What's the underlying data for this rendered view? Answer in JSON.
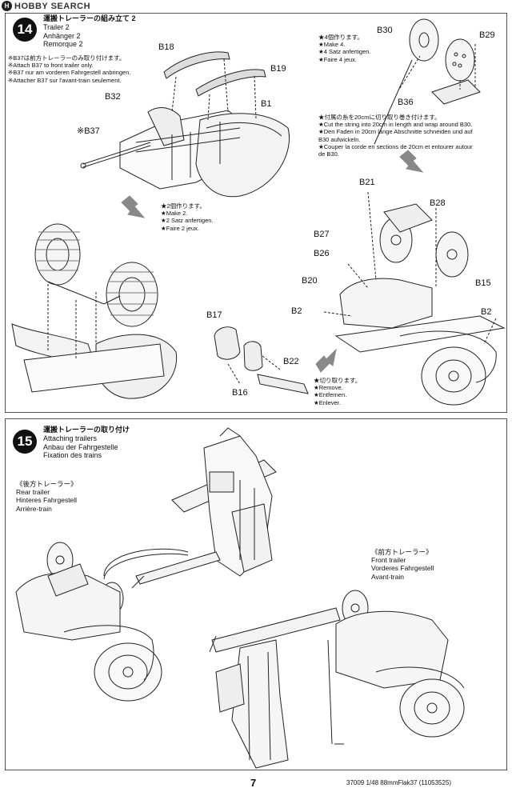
{
  "watermark": {
    "text": "HOBBY SEARCH",
    "mark": "H"
  },
  "step14": {
    "number": "14",
    "title_jp": "運搬トレーラーの組み立て 2",
    "title_lines": [
      "Trailer 2",
      "Anhänger 2",
      "Remorque 2"
    ],
    "note_b37": [
      "※B37は前方トレーラーのみ取り付けます。",
      "※Attach B37 to front trailer only.",
      "※B37 nur am vorderen Fahrgestell anbringen.",
      "※Attacher B37 sur l'avant-train seulement."
    ],
    "note_make4": [
      "★4個作ります。",
      "★Make 4.",
      "★4 Satz anfertigen.",
      "★Faire 4 jeux."
    ],
    "note_string": [
      "★付属の糸を20cmに切り取り巻き付けます。",
      "★Cut the string into 20cm in length and wrap around B30.",
      "★Den Faden in 20cm lange Abschnitte schneiden und auf",
      "B30 aufwickeln.",
      "★Couper la corde en sections de 20cm et entourer autour",
      "de B30."
    ],
    "note_make2": [
      "★2個作ります。",
      "★Make 2.",
      "★2 Satz anfertigen.",
      "★Faire 2 jeux."
    ],
    "note_remove": [
      "★切り取ります。",
      "★Remove.",
      "★Entfernen.",
      "★Enlever."
    ],
    "parts": {
      "b18": "B18",
      "b19": "B19",
      "b32": "B32",
      "b1": "B1",
      "b37": "※B37",
      "b30": "B30",
      "b29": "B29",
      "b36": "B36",
      "b21": "B21",
      "b28": "B28",
      "b27": "B27",
      "b26": "B26",
      "b20": "B20",
      "b15": "B15",
      "b2a": "B2",
      "b2b": "B2",
      "b17": "B17",
      "b16": "B16",
      "b22": "B22"
    }
  },
  "step15": {
    "number": "15",
    "title_jp": "運搬トレーラーの取り付け",
    "title_lines": [
      "Attaching trailers",
      "Anbau der Fahrgestelle",
      "Fixation des trains"
    ],
    "rear_caption": [
      "《後方トレーラー》",
      "Rear trailer",
      "Hinteres Fahrgestell",
      "Arrière-train"
    ],
    "front_caption": [
      "《前方トレーラー》",
      "Front trailer",
      "Vorderes Fahrgestell",
      "Avant-train"
    ]
  },
  "footer": {
    "page": "7",
    "code": "37009  1/48 88mmFlak37 (11053525)"
  }
}
